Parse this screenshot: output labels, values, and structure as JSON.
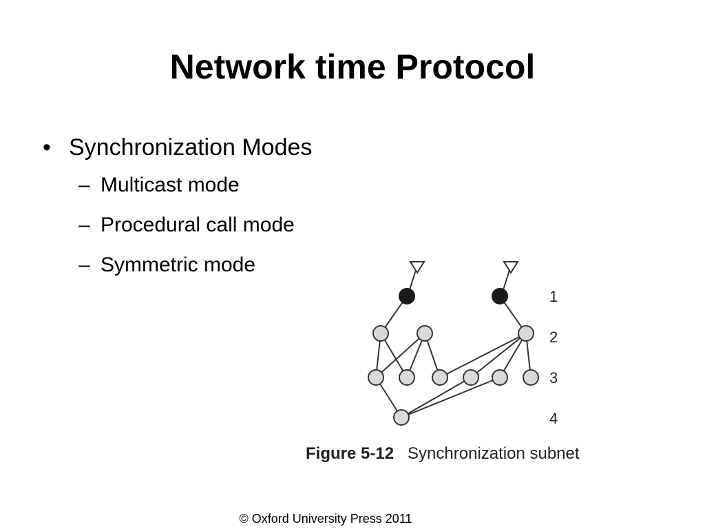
{
  "slide": {
    "title": "Network time Protocol",
    "bullets": [
      {
        "text": "Synchronization Modes",
        "marker": "•",
        "children": [
          {
            "marker": "–",
            "text": "Multicast mode"
          },
          {
            "marker": "–",
            "text": "Procedural call mode"
          },
          {
            "marker": "–",
            "text": "Symmetric mode"
          }
        ]
      }
    ],
    "footer": "© Oxford University Press 2011"
  },
  "figure": {
    "caption_label": "Figure 5-12",
    "caption_text": "Synchronization subnet",
    "stratum_labels": [
      "1",
      "2",
      "3",
      "4"
    ],
    "colors": {
      "server_fill": "#1a1a1a",
      "node_fill": "#d9d9d9",
      "stroke": "#333333",
      "text": "#222222"
    }
  }
}
